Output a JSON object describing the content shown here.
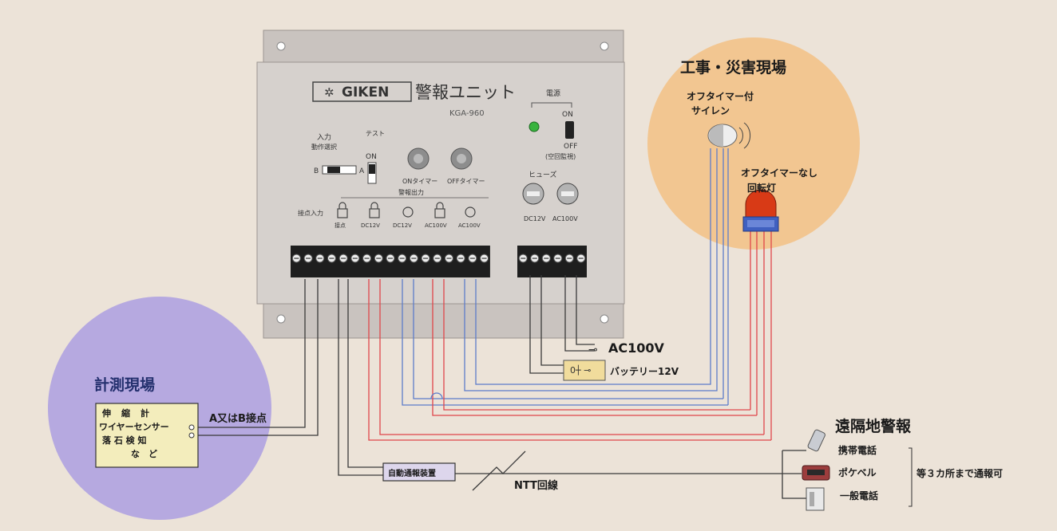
{
  "unit": {
    "brand": "GIKEN",
    "title": "警報ユニット",
    "model": "KGA-960",
    "power_label": "電源",
    "power_on": "ON",
    "power_off": "OFF",
    "power_off_note": "(空回監視)",
    "input_label": "入力",
    "input_select_label": "動作選択",
    "switch_b": "B",
    "switch_a": "A",
    "test_label": "テスト",
    "test_on": "ON",
    "on_timer": "ONタイマー",
    "off_timer": "OFFタイマー",
    "fuse_label": "ヒューズ",
    "fuse_dc": "DC12V",
    "fuse_ac": "AC100V",
    "alarm_output": "警報出力",
    "sensor_input": "接点入力",
    "outputs": [
      "接点",
      "DC12V",
      "DC12V",
      "AC100V",
      "AC100V"
    ]
  },
  "sites": {
    "construction": "工事・災害現場",
    "siren_with_timer": [
      "オフタイマー付",
      "サイレン"
    ],
    "lamp_without_timer": [
      "オフタイマーなし",
      "回転灯"
    ],
    "measurement": "計測現場",
    "sensors": [
      "伸　縮　計",
      "ワイヤーセンサー",
      "落 石 検 知",
      "な　ど"
    ],
    "contact": "A又はB接点",
    "remote": "遠隔地警報",
    "devices": [
      "携帯電話",
      "ポケベル",
      "一般電話"
    ],
    "remote_note": "等３カ所まで通報可"
  },
  "power": {
    "ac": "AC100V",
    "battery": "バッテリー12V"
  },
  "comm": {
    "auto_notifier": "自動通報装置",
    "ntt": "NTT回線"
  },
  "colors": {
    "background": "#ece3d8",
    "unit_body": "#d6d1cd",
    "construction_circle": "#f2c691",
    "measurement_circle": "#b6a9e0",
    "wire_black": "#3a3a3a",
    "wire_red": "#e0464a",
    "wire_blue": "#5d7cc9",
    "lamp": "#d83a16"
  }
}
